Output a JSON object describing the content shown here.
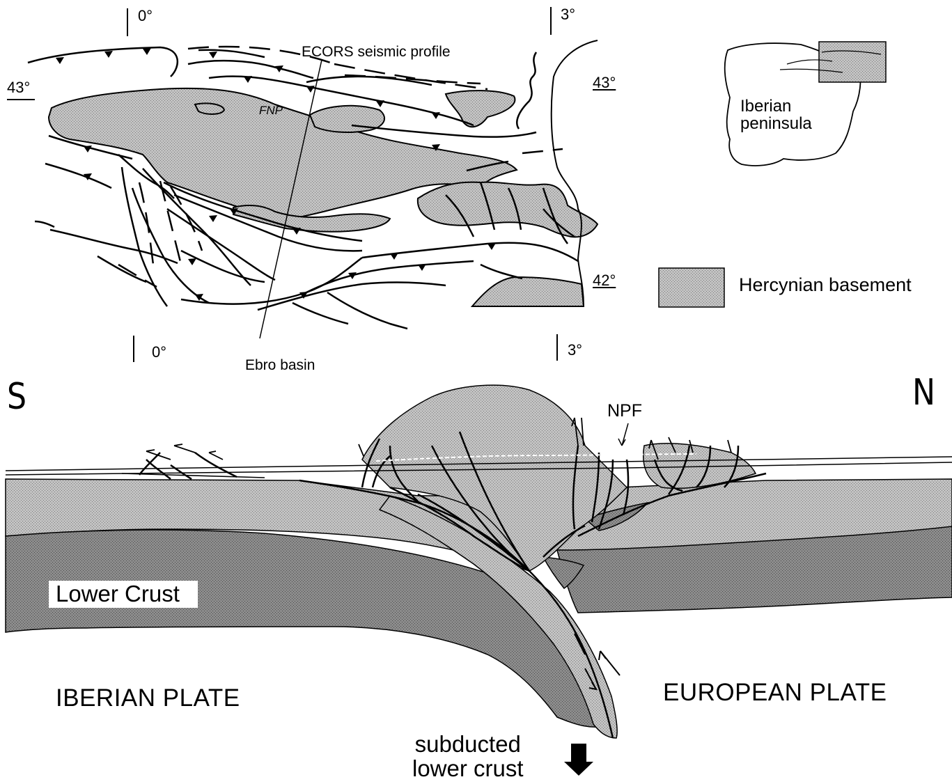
{
  "map": {
    "longitude_labels": [
      "0°",
      "3°",
      "0°",
      "3°"
    ],
    "latitude_labels": [
      "43°",
      "43°",
      "42°"
    ],
    "profile_label": "ECORS seismic profile",
    "fnp_label": "FNP",
    "basin_label": "Ebro basin"
  },
  "inset": {
    "label": "Iberian\npeninsula"
  },
  "legend": {
    "label": "Hercynian basement"
  },
  "section": {
    "south_label": "S",
    "north_label": "N",
    "npf_label": "NPF",
    "lower_crust_label": "Lower  Crust",
    "iberian_label": "IBERIAN PLATE",
    "european_label": "EUROPEAN PLATE",
    "subducted_label": "subducted\nlower crust"
  },
  "colors": {
    "basement_fill": "#b9b9b9",
    "upper_crust_fill": "#c4c4c4",
    "lower_crust_fill": "#8a8a8a",
    "line": "#000000"
  }
}
